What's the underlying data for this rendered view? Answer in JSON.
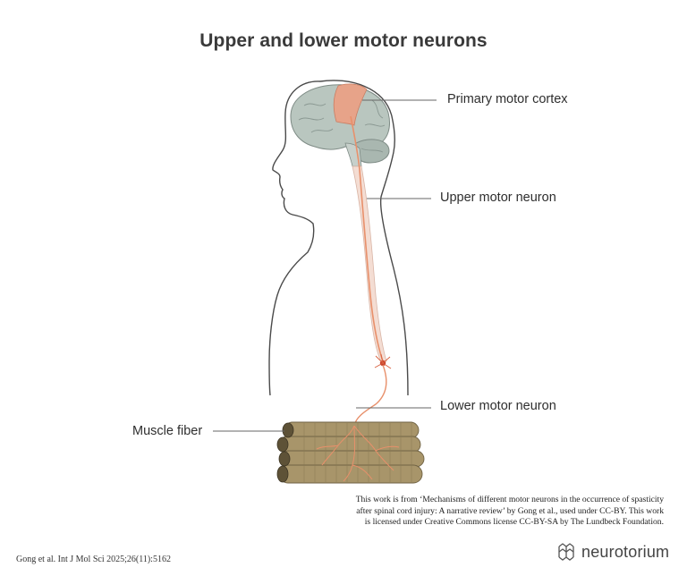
{
  "title": "Upper and lower motor neurons",
  "labels": {
    "primary_motor_cortex": "Primary motor cortex",
    "upper_motor_neuron": "Upper motor neuron",
    "lower_motor_neuron": "Lower motor neuron",
    "muscle_fiber": "Muscle fiber"
  },
  "credit": {
    "line1": "This work is from ‘Mechanisms of different motor neurons in the occurrence of spasticity",
    "line2": "after spinal cord injury: A narrative review’ by Gong et al., used under CC-BY. This work",
    "line3": "is licensed under Creative Commons license CC-BY-SA by The Lundbeck Foundation."
  },
  "citation": "Gong et al. Int J Mol Sci 2025;26(11):5162",
  "brand": {
    "name": "neurotorium",
    "icon": "neurotorium-logo-icon"
  },
  "colors": {
    "brain": "#b9c6bf",
    "cortex": "#e7a389",
    "neuron": "#e8906b",
    "muscle": "#a8956a",
    "outline": "#4a4a4a"
  }
}
